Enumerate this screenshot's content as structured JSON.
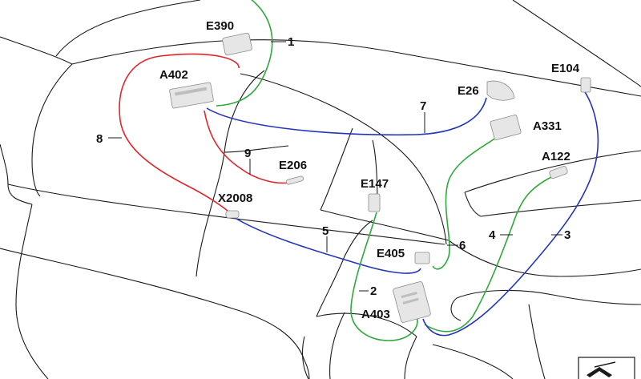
{
  "wire_colors": {
    "red": "#e0262b",
    "green": "#2ea83a",
    "blue": "#2434b8"
  },
  "components": {
    "e390": "E390",
    "a402": "A402",
    "e26": "E26",
    "e104": "E104",
    "a331": "A331",
    "a122": "A122",
    "e206": "E206",
    "e147": "E147",
    "x2008": "X2008",
    "e405": "E405",
    "a403": "A403"
  },
  "harness_numbers": {
    "n1": "1",
    "n2": "2",
    "n3": "3",
    "n4": "4",
    "n5": "5",
    "n6": "6",
    "n7": "7",
    "n8": "8",
    "n9": "9"
  },
  "corner_icon": "arrow-icon"
}
